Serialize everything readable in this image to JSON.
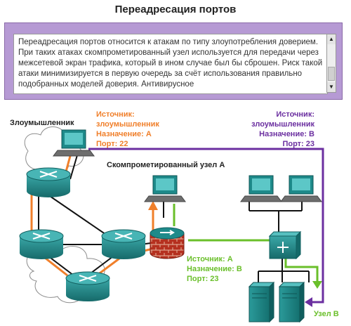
{
  "title": "Переадресация портов",
  "description": "Переадресация портов относится к атакам по типу злоупотребления доверием. При таких атаках скомпрометированный узел используется для передачи через межсетевой экран трафика, который в ином случае был бы сброшен. Риск такой атаки минимизируется в первую очередь за счёт использования правильно подобранных моделей доверия. Антивирусное",
  "scroll": {
    "up_icon": "triangle-up",
    "down_icon": "triangle-down"
  },
  "diagram": {
    "attacker_label": "Злоумышленник",
    "compromised_label": "Скомпрометированный узел A",
    "host_b_label": "Узел B",
    "orange_info": [
      "Источник:",
      "злоумышленник",
      "Назначение: A",
      "Порт: 22"
    ],
    "purple_info": [
      "Источник:",
      "злоумышленник",
      "Назначение: B",
      "Порт: 23"
    ],
    "green_info": [
      "Источник: A",
      "Назначение: B",
      "Порт: 23"
    ],
    "colors": {
      "orange": "#f07f2a",
      "purple": "#6b2fa0",
      "green": "#6abf2a",
      "teal": "#1e8a8a"
    }
  }
}
